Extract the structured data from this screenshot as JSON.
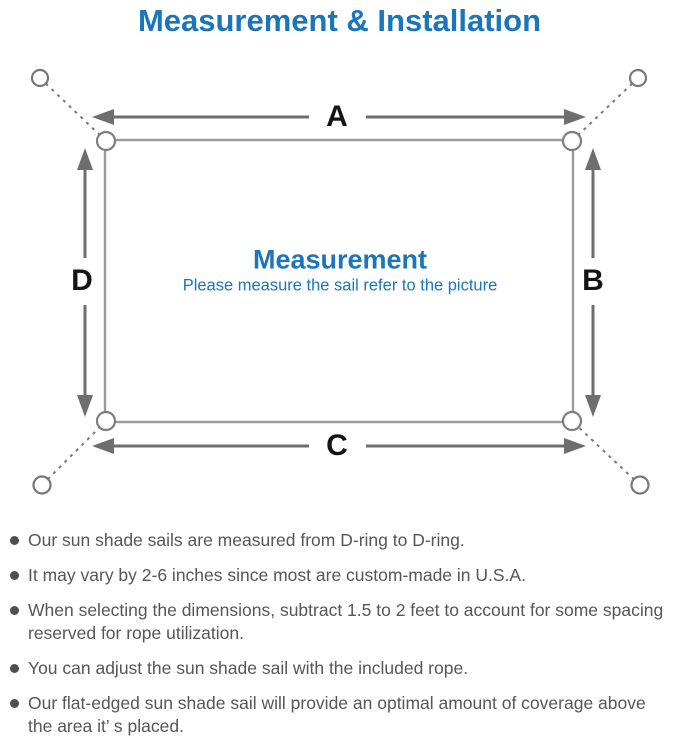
{
  "title": "Measurement & Installation",
  "diagram": {
    "label_top": "A",
    "label_right": "B",
    "label_bottom": "C",
    "label_left": "D",
    "center_title": "Measurement",
    "center_subtitle": "Please measure the sail refer to the picture"
  },
  "notes": [
    "Our sun shade sails are measured from D-ring to D-ring.",
    "It may vary by 2-6 inches since most are custom-made in U.S.A.",
    "When selecting the dimensions, subtract 1.5 to 2 feet to account for some spacing reserved for rope utilization.",
    "You can adjust the sun shade sail with the included rope.",
    "Our flat-edged sun shade sail will provide an optimal amount of coverage above the area it’ s placed."
  ],
  "colors": {
    "accent_blue": "#1b75bb",
    "diagram_gray": "#6e6e6e",
    "outline_gray": "#9b9b9b",
    "text_gray": "#565659"
  }
}
